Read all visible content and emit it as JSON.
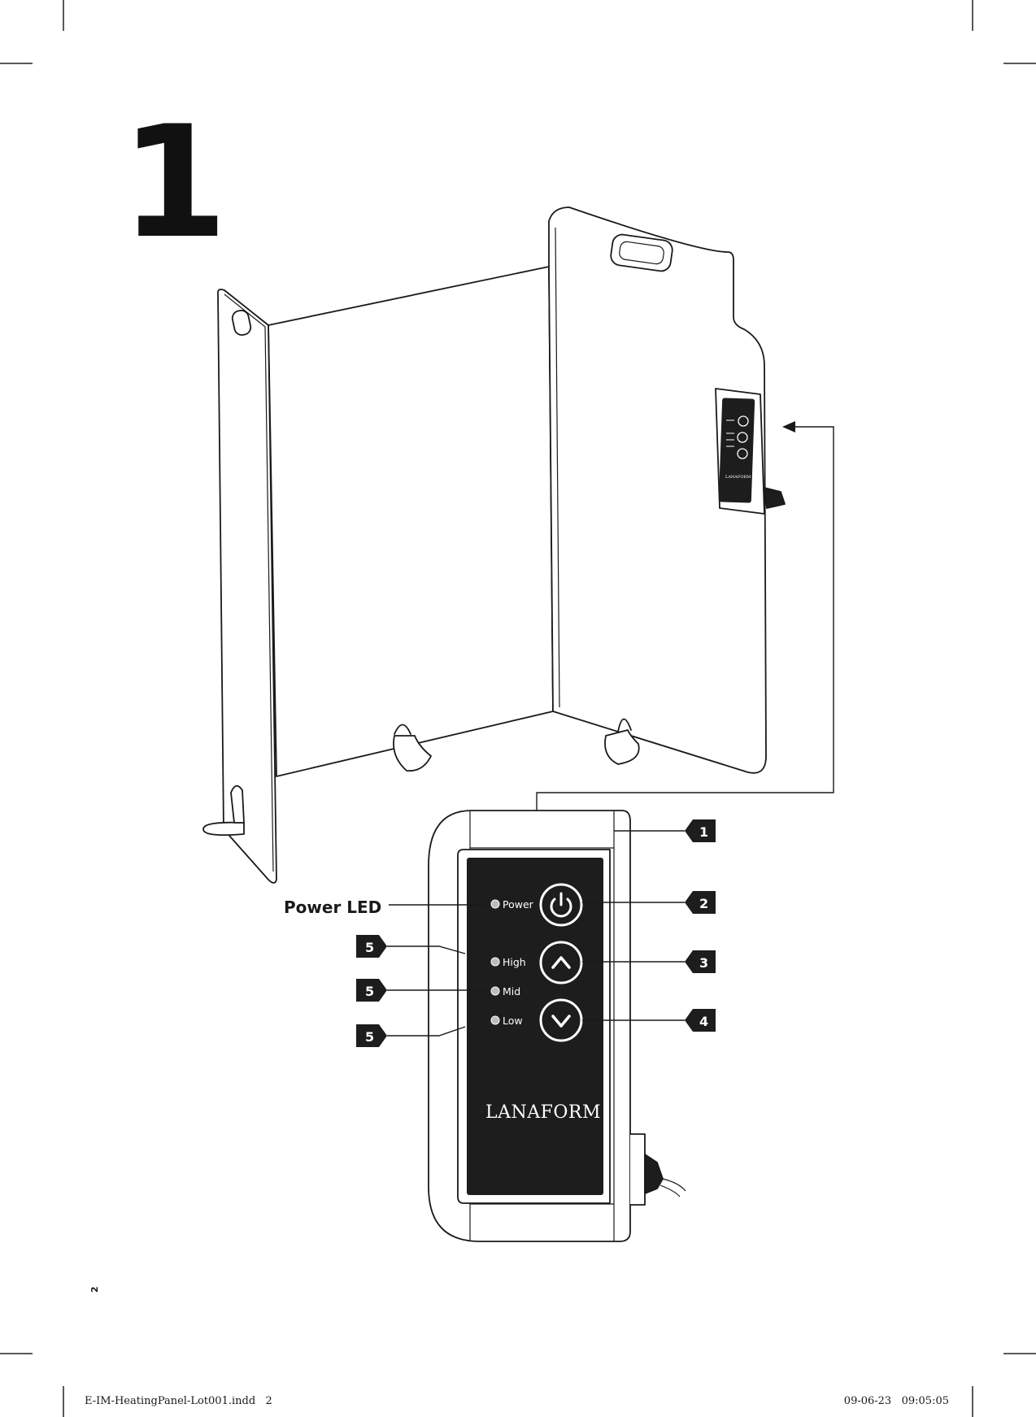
{
  "step": {
    "number": "1"
  },
  "control_panel": {
    "brand": "LANAFORM",
    "power_led_label": "Power LED",
    "leds": [
      {
        "label": "Power"
      },
      {
        "label": "High"
      },
      {
        "label": "Mid"
      },
      {
        "label": "Low"
      }
    ],
    "buttons": [
      {
        "icon": "power-icon"
      },
      {
        "icon": "chevron-up-icon"
      },
      {
        "icon": "chevron-down-icon"
      }
    ]
  },
  "callouts": {
    "right": [
      "1",
      "2",
      "3",
      "4"
    ],
    "left": [
      "5",
      "5",
      "5"
    ]
  },
  "footer": {
    "page_marker": "2",
    "file_info": "E-IM-HeatingPanel-Lot001.indd   2",
    "timestamp": "09-06-23   09:05:05"
  },
  "colors": {
    "ink": "#1a1a1a",
    "panel": "#1d1d1d",
    "paper": "#ffffff"
  }
}
